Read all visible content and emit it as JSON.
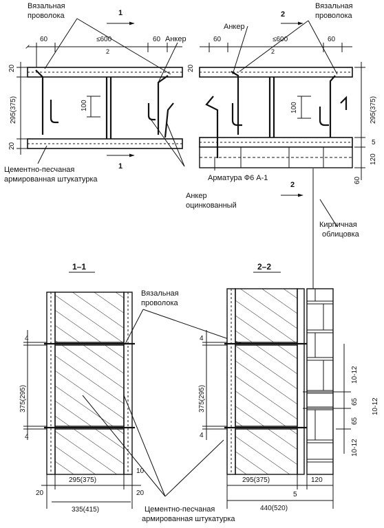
{
  "top_left": {
    "section_mark": "1",
    "dims": {
      "edge_left": "60",
      "span": "≤600",
      "edge_right": "60",
      "gap": "2",
      "face_top": "20",
      "core": "295(375)",
      "face_bottom": "20",
      "anchor_step": "100"
    },
    "labels": {
      "tie_wire": "Вязальная\nпроволока",
      "anchor": "Анкер",
      "plaster": "Цементно-песчаная\nармированная штукатурка",
      "anchor_galv": "Анкер\nоцинкованный"
    }
  },
  "top_right": {
    "section_mark": "2",
    "dims": {
      "edge_left": "60",
      "span": "≤600",
      "edge_right": "60",
      "gap": "2",
      "face_top": "20",
      "anchor_step": "100",
      "core": "295(375)",
      "mid": "5",
      "brick": "120",
      "bottom": "60"
    },
    "labels": {
      "tie_wire": "Вязальная\nпроволока",
      "anchor": "Анкер",
      "rebar": "Арматура Ф6 А-1",
      "brick_facing": "Кирпичная\nоблицовка"
    }
  },
  "section_1": {
    "title": "1–1",
    "dims": {
      "t1": "4",
      "h": "375(295)",
      "t2": "4",
      "face_l": "20",
      "core": "295(375)",
      "face_r": "20",
      "extra": "10",
      "total": "335(415)"
    },
    "labels": {
      "tie_wire": "Вязальная\nпроволока"
    }
  },
  "section_2": {
    "title": "2–2",
    "dims": {
      "t1": "4",
      "h": "375(295)",
      "t2": "4",
      "c1": "10-12",
      "c2": "65",
      "c3": "10-12",
      "c4": "65",
      "c5": "10-12",
      "core": "295(375)",
      "brick": "120",
      "gap": "5",
      "total": "440(520)"
    },
    "labels": {
      "plaster": "Цементно-песчаная\nармированная штукатурка"
    }
  }
}
